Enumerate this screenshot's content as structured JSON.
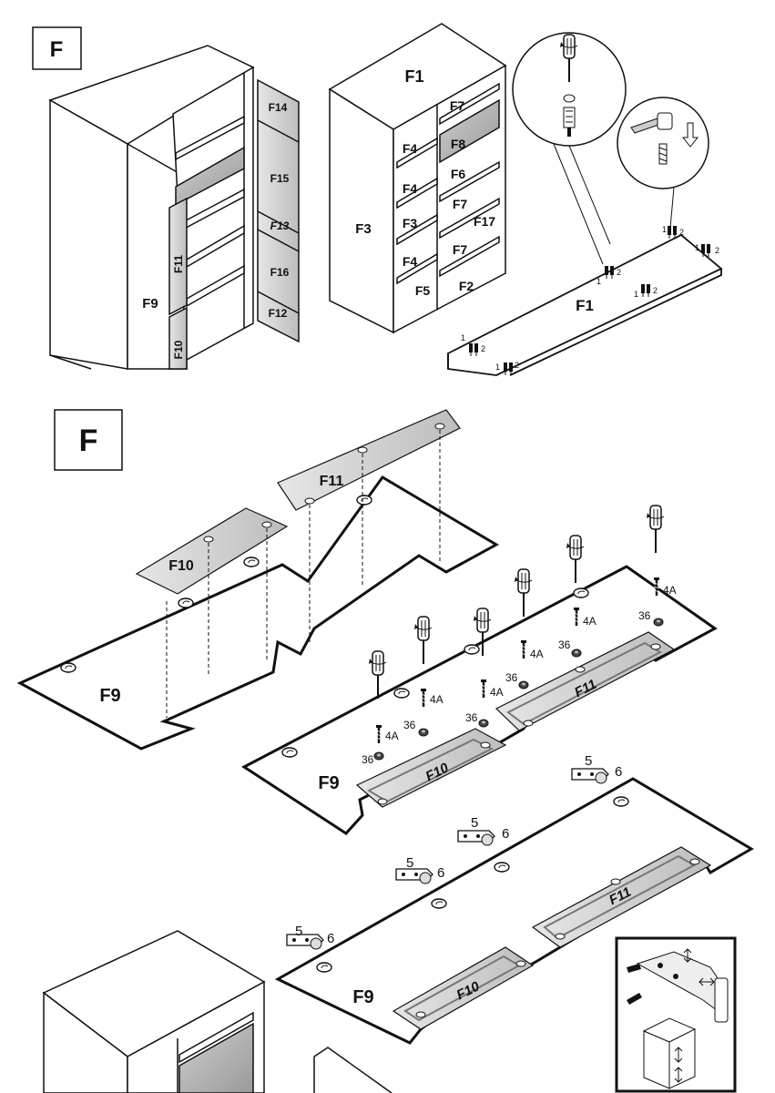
{
  "step_top": {
    "letter": "F"
  },
  "step_mid": {
    "letter": "F"
  },
  "wardrobe_open": {
    "side_label": "F9",
    "door_panels": [
      "F14",
      "F15",
      "F13",
      "F16",
      "F12"
    ],
    "inner_door_labels": [
      "F11",
      "F10"
    ]
  },
  "cabinet": {
    "top": "F1",
    "side": "F3",
    "left_shelves": [
      "F4",
      "F4",
      "F3",
      "F4",
      "F5"
    ],
    "right_shelves": [
      "F7",
      "F8",
      "F6",
      "F7",
      "F17",
      "F7",
      "F2"
    ]
  },
  "top_board": {
    "label": "F1",
    "dowel_tags": [
      {
        "a": "1",
        "b": "2"
      },
      {
        "a": "1",
        "b": "2"
      },
      {
        "a": "1",
        "b": "2"
      },
      {
        "a": "1",
        "b": "2"
      },
      {
        "a": "1",
        "b": "2"
      },
      {
        "a": "1",
        "b": "2"
      }
    ]
  },
  "panel_explode": {
    "f9": "F9",
    "f10": "F10",
    "f11": "F11"
  },
  "panel_screwed": {
    "f9": "F9",
    "f10": "F10",
    "f11": "F11",
    "screw_tag": "4A",
    "nut_tag": "36"
  },
  "panel_hinges": {
    "f9": "F9",
    "f10": "F10",
    "f11": "F11",
    "hinge_tag": "5",
    "screw_tag": "6"
  }
}
